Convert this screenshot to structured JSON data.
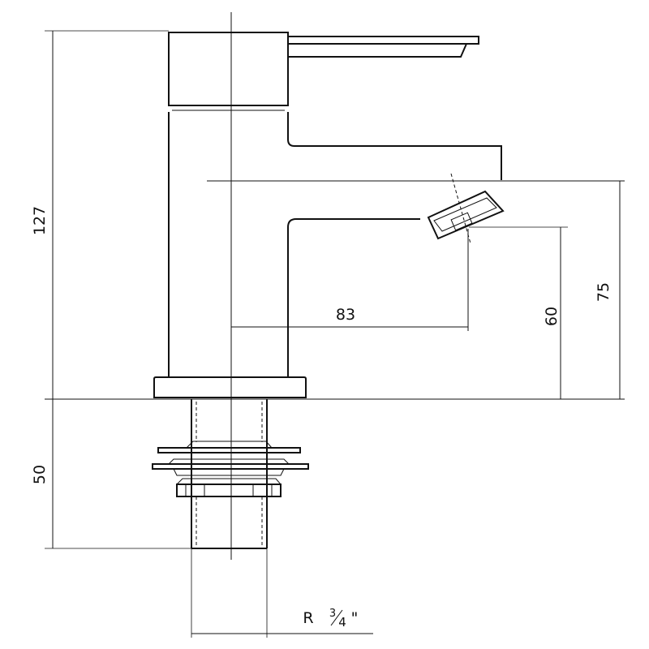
{
  "dimensions": {
    "total_height": "127",
    "spout_height": "75",
    "outlet_height": "60",
    "spout_reach": "83",
    "below_deck": "50",
    "thread_prefix": "R",
    "thread_num": "3",
    "thread_den": "4",
    "thread_unit": "\""
  }
}
